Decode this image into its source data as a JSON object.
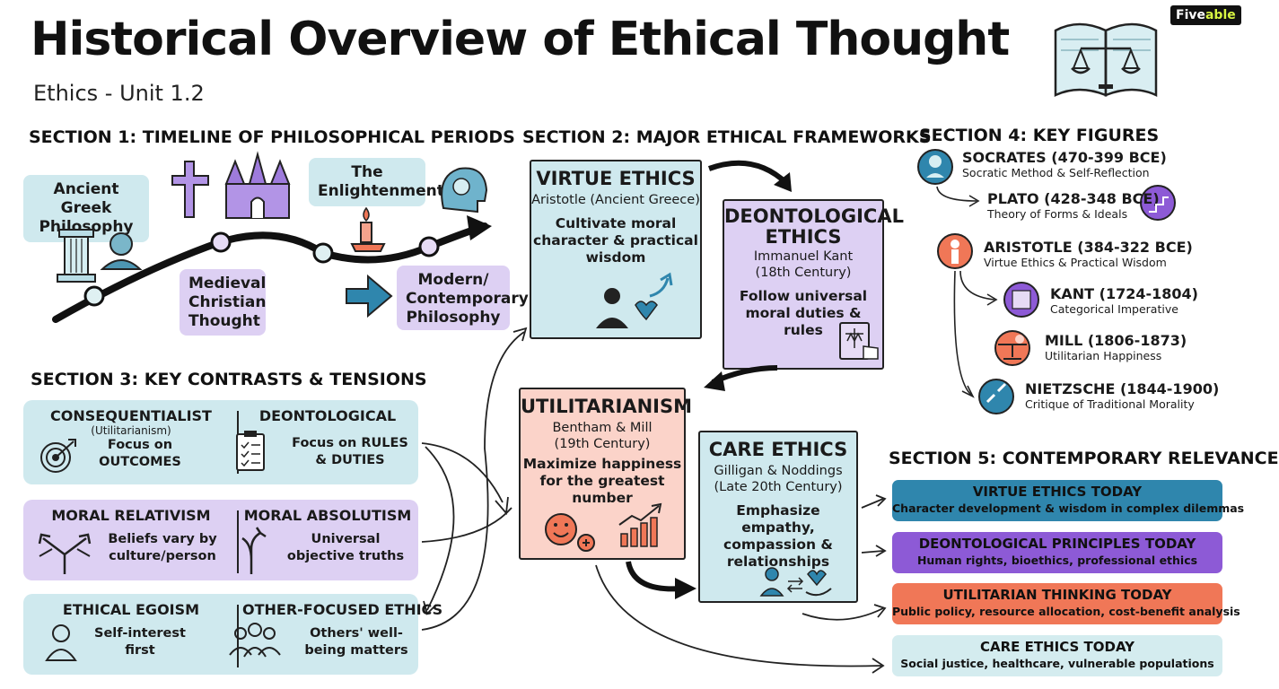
{
  "header": {
    "title": "Historical Overview of Ethical Thought",
    "subtitle": "Ethics - Unit 1.2",
    "brand_a": "Five",
    "brand_b": "able"
  },
  "section1": {
    "heading": "SECTION 1: TIMELINE OF PHILOSOPHICAL PERIODS",
    "periods": [
      "Ancient Greek Philosophy",
      "Medieval Christian Thought",
      "The Enlightenment",
      "Modern/ Contemporary Philosophy"
    ]
  },
  "section2": {
    "heading": "SECTION 2: MAJOR ETHICAL FRAMEWORKS",
    "virtue": {
      "title": "VIRTUE ETHICS",
      "sub": "Aristotle (Ancient Greece)",
      "desc": "Cultivate moral character & practical wisdom"
    },
    "deon": {
      "title": "DEONTOLOGICAL ETHICS",
      "sub1": "Immanuel Kant",
      "sub2": "(18th Century)",
      "desc": "Follow universal moral duties & rules"
    },
    "util": {
      "title": "UTILITARIANISM",
      "sub1": "Bentham & Mill",
      "sub2": "(19th Century)",
      "desc": "Maximize happiness for the greatest number"
    },
    "care": {
      "title": "CARE ETHICS",
      "sub1": "Gilligan & Noddings",
      "sub2": "(Late 20th Century)",
      "desc": "Emphasize empathy, compassion & relationships"
    }
  },
  "section3": {
    "heading": "SECTION 3: KEY CONTRASTS & TENSIONS",
    "rows": [
      {
        "left_h": "CONSEQUENTIALIST",
        "left_sm": "(Utilitarianism)",
        "left_t": "Focus on OUTCOMES",
        "right_h": "DEONTOLOGICAL",
        "right_t": "Focus on RULES & DUTIES"
      },
      {
        "left_h": "MORAL RELATIVISM",
        "left_sm": "",
        "left_t": "Beliefs vary by culture/person",
        "right_h": "MORAL ABSOLUTISM",
        "right_t": "Universal objective truths"
      },
      {
        "left_h": "ETHICAL EGOISM",
        "left_sm": "",
        "left_t": "Self-interest first",
        "right_h": "OTHER-FOCUSED ETHICS",
        "right_t": "Others' well-being matters"
      }
    ]
  },
  "section4": {
    "heading": "SECTION 4: KEY FIGURES",
    "figures": [
      {
        "name": "SOCRATES (470-399 BCE)",
        "desc": "Socratic Method & Self-Reflection"
      },
      {
        "name": "PLATO (428-348 BCE)",
        "desc": "Theory of Forms & Ideals"
      },
      {
        "name": "ARISTOTLE (384-322 BCE)",
        "desc": "Virtue Ethics & Practical Wisdom"
      },
      {
        "name": "KANT (1724-1804)",
        "desc": "Categorical Imperative"
      },
      {
        "name": "MILL (1806-1873)",
        "desc": "Utilitarian Happiness"
      },
      {
        "name": "NIETZSCHE (1844-1900)",
        "desc": "Critique of Traditional Morality"
      }
    ]
  },
  "section5": {
    "heading": "SECTION 5: CONTEMPORARY RELEVANCE",
    "items": [
      {
        "title": "VIRTUE ETHICS TODAY",
        "sub": "Character development & wisdom in complex dilemmas",
        "color": "#2f86ad"
      },
      {
        "title": "DEONTOLOGICAL PRINCIPLES TODAY",
        "sub": "Human rights, bioethics, professional ethics",
        "color": "#8d5ad6"
      },
      {
        "title": "UTILITARIAN THINKING TODAY",
        "sub": "Public policy, resource allocation, cost-benefit analysis",
        "color": "#f07757"
      },
      {
        "title": "CARE ETHICS TODAY",
        "sub": "Social justice, healthcare, vulnerable populations",
        "color": "#d4ecef"
      }
    ]
  },
  "colors": {
    "blue": "#cfe9ee",
    "purple": "#ddd0f3",
    "salmon": "#fbd3c9",
    "accent_purple": "#8d5ad6",
    "accent_salmon": "#f07757",
    "accent_blue": "#2f86ad"
  }
}
